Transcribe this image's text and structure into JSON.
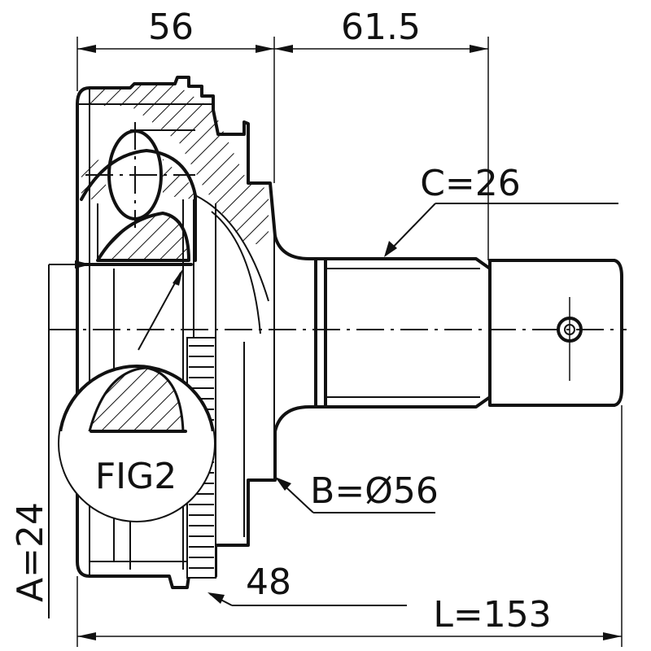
{
  "dimensions": {
    "width_left": "56",
    "width_right": "61.5",
    "spline_c": "C=26",
    "diameter_b": "B=Ø56",
    "abs_ring": "48",
    "length_l": "L=153",
    "thread_a": "A=24"
  },
  "detail_label": "FIG2",
  "colors": {
    "line": "#111111",
    "background": "#ffffff"
  }
}
